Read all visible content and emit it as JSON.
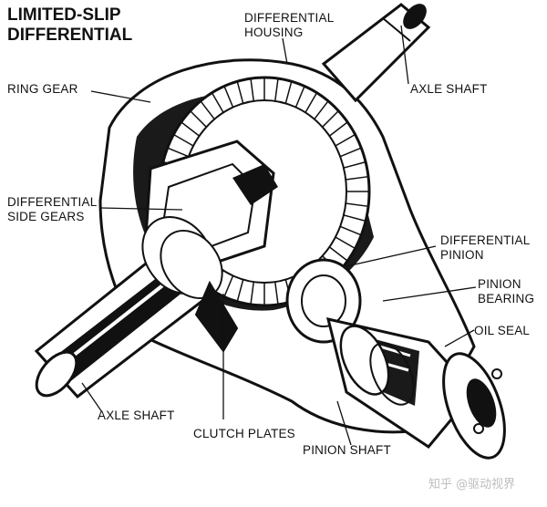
{
  "title": {
    "line1": "LIMITED-SLIP",
    "line2": "DIFFERENTIAL"
  },
  "labels": {
    "differential_housing": {
      "line1": "DIFFERENTIAL",
      "line2": "HOUSING"
    },
    "axle_shaft_top": "AXLE SHAFT",
    "ring_gear": "RING GEAR",
    "differential_side_gears": {
      "line1": "DIFFERENTIAL",
      "line2": "SIDE GEARS"
    },
    "differential_pinion": {
      "line1": "DIFFERENTIAL",
      "line2": "PINION"
    },
    "pinion_bearing": {
      "line1": "PINION",
      "line2": "BEARING"
    },
    "oil_seal": "OIL SEAL",
    "axle_shaft_bottom": "AXLE SHAFT",
    "clutch_plates": "CLUTCH PLATES",
    "pinion_shaft": "PINION SHAFT"
  },
  "watermark": "知乎 @驱动视界"
}
